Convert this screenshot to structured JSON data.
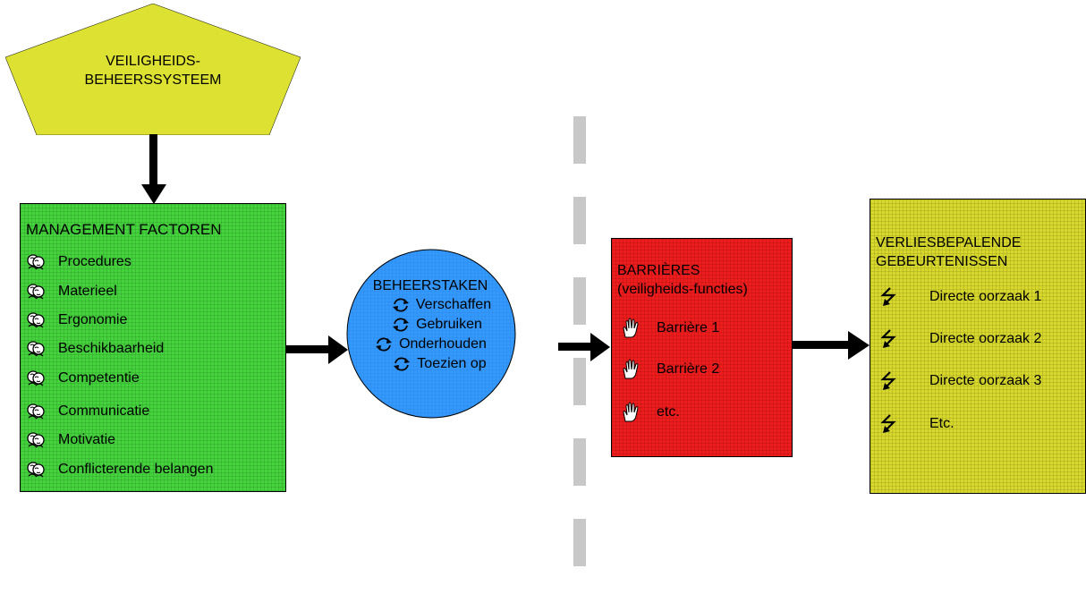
{
  "colors": {
    "pentagon": "#dde232",
    "management": "#44d33c",
    "circle": "#3399ff",
    "barrieres": "#ee1c1c",
    "verlies": "#d7d82b",
    "divider": "#c8c8c8",
    "arrow": "#000000"
  },
  "top": {
    "line1": "VEILIGHEIDS-",
    "line2": "BEHEERSSYSTEEM"
  },
  "management": {
    "title": "MANAGEMENT FACTOREN",
    "icon": "people-icon",
    "items": [
      "Procedures",
      "Materieel",
      "Ergonomie",
      "Beschikbaarheid",
      "Competentie",
      "Communicatie",
      "Motivatie",
      "Conflicterende belangen"
    ]
  },
  "beheerstaken": {
    "title": "BEHEERSTAKEN",
    "icon": "cycle-icon",
    "items": [
      "Verschaffen",
      "Gebruiken",
      "Onderhouden",
      "Toezien op"
    ]
  },
  "barrieres": {
    "title_line1": "BARRIÈRES",
    "title_line2": "(veiligheids-functies)",
    "icon": "hand-icon",
    "items": [
      "Barrière 1",
      "Barrière 2",
      "etc."
    ]
  },
  "verlies": {
    "title_line1": "VERLIESBEPALENDE",
    "title_line2": "GEBEURTENISSEN",
    "icon": "lightning-icon",
    "items": [
      "Directe oorzaak 1",
      "Directe oorzaak 2",
      "Directe oorzaak 3",
      "Etc."
    ]
  }
}
